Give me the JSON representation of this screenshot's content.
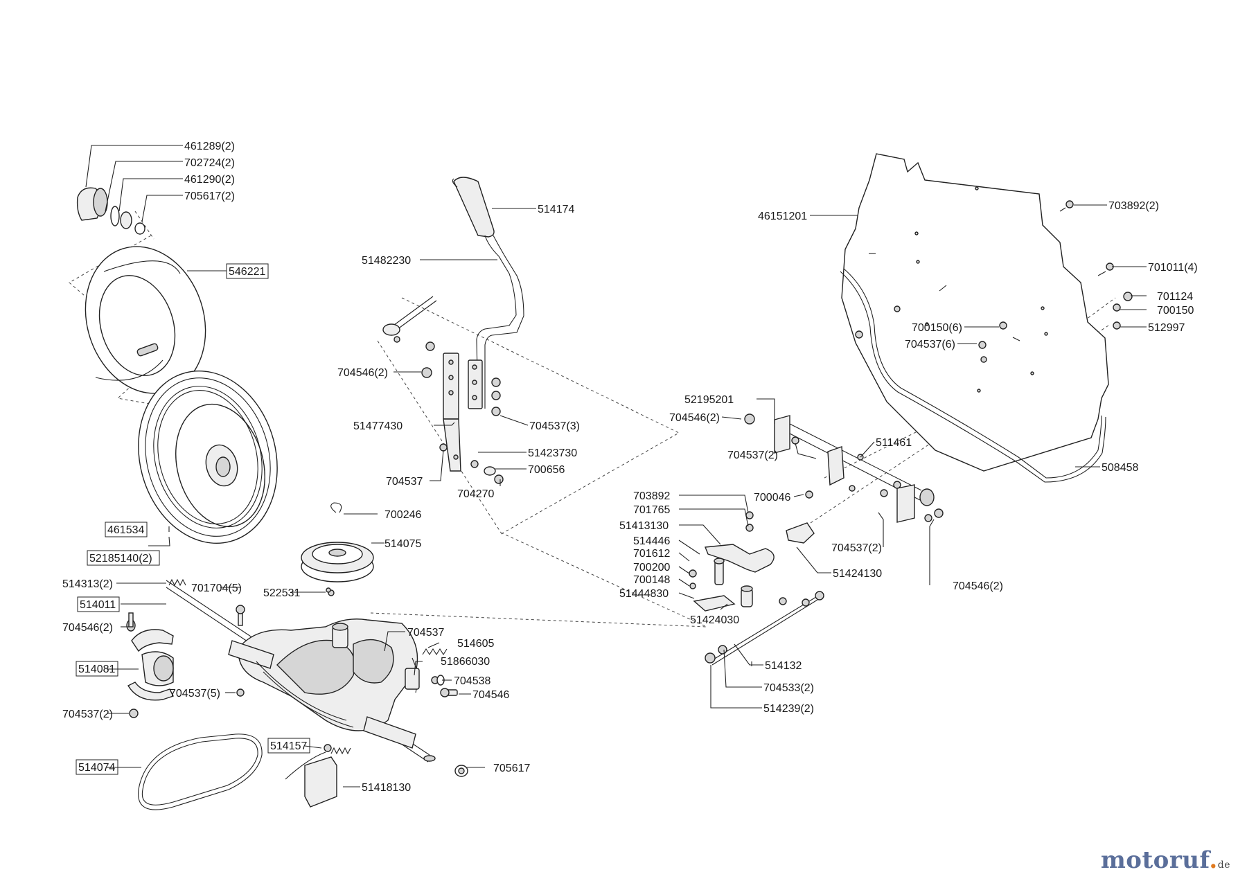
{
  "diagram": {
    "labels": {
      "p461289": "461289(2)",
      "p702724": "702724(2)",
      "p461290": "461290(2)",
      "p705617a": "705617(2)",
      "p546221": "546221",
      "p461534": "461534",
      "p52185140": "52185140(2)",
      "p514313": "514313(2)",
      "p514011": "514011",
      "p704546a": "704546(2)",
      "p514081": "514081",
      "p704537a": "704537(2)",
      "p514074": "514074",
      "p514157": "514157",
      "p51418130": "51418130",
      "p705617b": "705617",
      "p701704": "701704(5)",
      "p522531": "522531",
      "p704537b": "704537(5)",
      "p700246": "700246",
      "p514075": "514075",
      "p704537c": "704537",
      "p514605": "514605",
      "p51866030": "51866030",
      "p704538": "704538",
      "p704546b": "704546",
      "p514174": "514174",
      "p51482230": "51482230",
      "p704546c": "704546(2)",
      "p51477430": "51477430",
      "p704537d": "704537(3)",
      "p51423730": "51423730",
      "p700656": "700656",
      "p704537e": "704537",
      "p704270": "704270",
      "p46151201": "46151201",
      "p703892a": "703892(2)",
      "p701011": "701011(4)",
      "p701124": "701124",
      "p700150a": "700150",
      "p700150b": "700150(6)",
      "p512997": "512997",
      "p704537f": "704537(6)",
      "p52195201": "52195201",
      "p704546d": "704546(2)",
      "p511461": "511461",
      "p704537g": "704537(2)",
      "p508458": "508458",
      "p700046": "700046",
      "p703892b": "703892",
      "p701765": "701765",
      "p51413130": "51413130",
      "p514446": "514446",
      "p701612": "701612",
      "p700200": "700200",
      "p700148": "700148",
      "p51444830": "51444830",
      "p51424030": "51424030",
      "p51424130": "51424130",
      "p704537h": "704537(2)",
      "p704546e": "704546(2)",
      "p514132": "514132",
      "p704533": "704533(2)",
      "p514239": "514239(2)"
    }
  },
  "logo": {
    "main": "motoruf",
    "dot": ".",
    "tld": "de"
  }
}
